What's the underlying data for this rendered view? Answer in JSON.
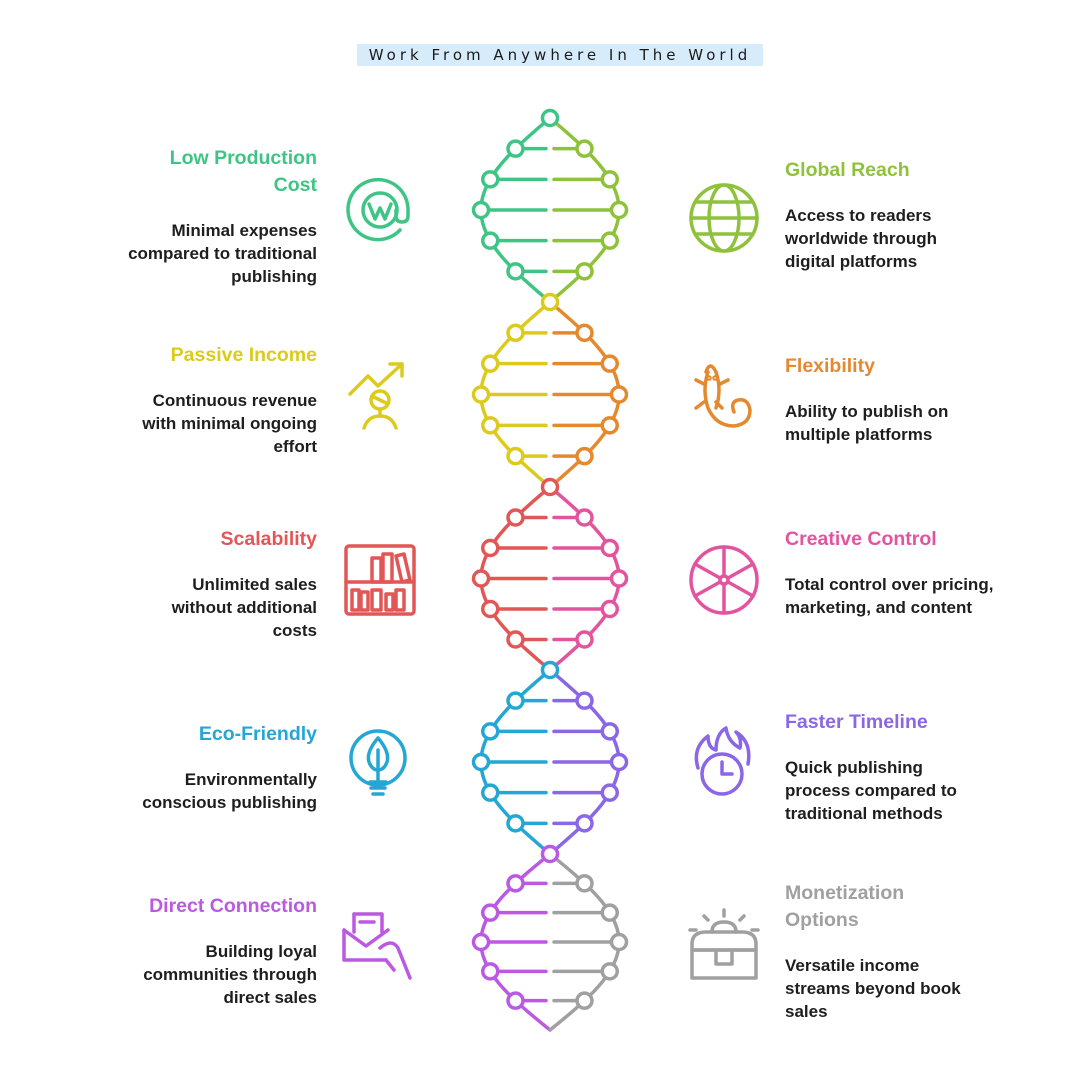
{
  "title": "Work From Anywhere In The World",
  "colors": {
    "green": "#3ec586",
    "lime": "#8fc23b",
    "yellow": "#dccb1c",
    "orange": "#e5892f",
    "red": "#e25656",
    "pink": "#e2559e",
    "cyan": "#24a7d4",
    "purple": "#8a67e6",
    "violet": "#bb59e3",
    "gray": "#a0a0a0"
  },
  "features": {
    "low_production_cost": {
      "title": "Low Production Cost",
      "description": "Minimal expenses compared to traditional publishing",
      "icon": "wordpress-icon"
    },
    "global_reach": {
      "title": "Global Reach",
      "description": "Access to readers worldwide through digital platforms",
      "icon": "globe-icon"
    },
    "passive_income": {
      "title": "Passive Income",
      "description": "Continuous revenue with minimal ongoing effort",
      "icon": "growth-person-icon"
    },
    "flexibility": {
      "title": "Flexibility",
      "description": "Ability to publish on multiple platforms",
      "icon": "lizard-icon"
    },
    "scalability": {
      "title": "Scalability",
      "description": "Unlimited sales without additional costs",
      "icon": "bookshelf-icon"
    },
    "creative_control": {
      "title": "Creative Control",
      "description": "Total control over pricing, marketing, and content",
      "icon": "wheel-icon"
    },
    "eco_friendly": {
      "title": "Eco-Friendly",
      "description": "Environmentally conscious publishing",
      "icon": "eco-bulb-icon"
    },
    "faster_timeline": {
      "title": "Faster Timeline",
      "description": "Quick publishing process compared to traditional methods",
      "icon": "fire-clock-icon"
    },
    "direct_connection": {
      "title": "Direct Connection",
      "description": "Building loyal communities through direct sales",
      "icon": "hand-envelope-icon"
    },
    "monetization_options": {
      "title": "Monetization Options",
      "description": "Versatile income streams beyond book sales",
      "icon": "treasure-chest-icon"
    }
  }
}
